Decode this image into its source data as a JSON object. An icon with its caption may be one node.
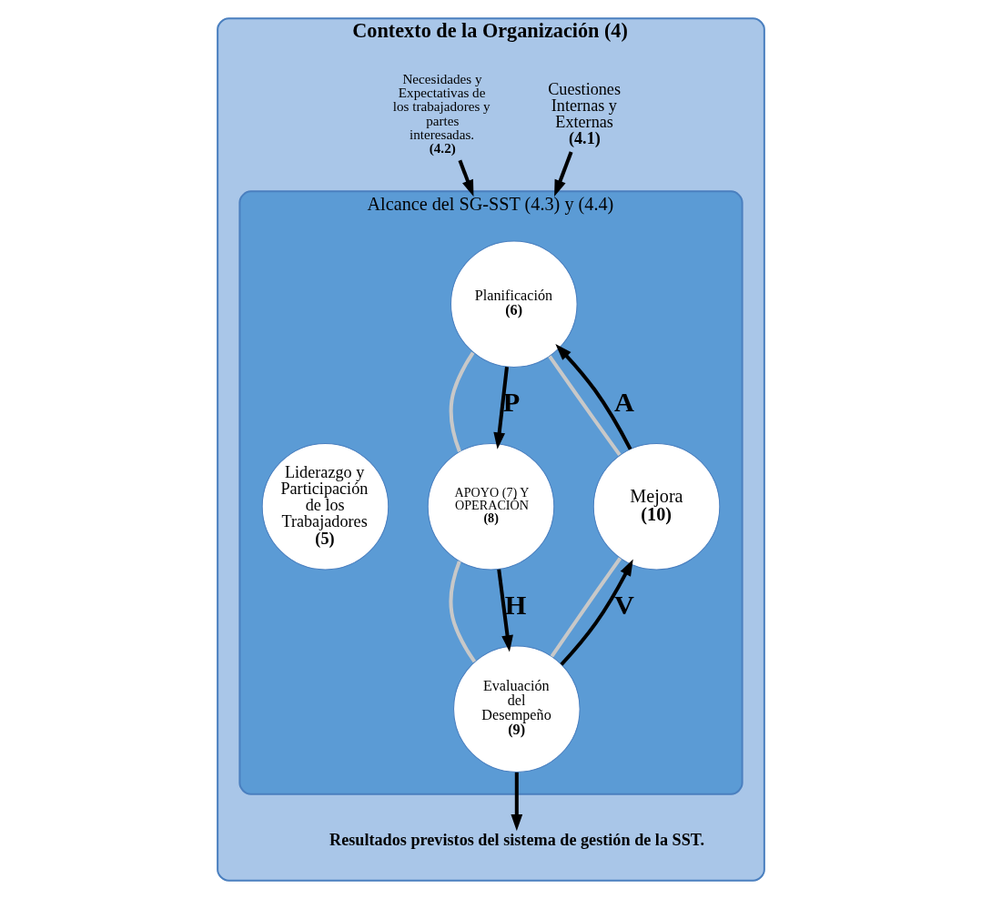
{
  "diagram": {
    "nodes": [
      {
        "text": [
          "Contexto de la Organización (4)"
        ]
      },
      {
        "text": [
          "Alcance del SG-SST (4.3) y (4.4)"
        ],
        "in": 0
      },
      {
        "text": [
          "Planificación",
          "(6)"
        ],
        "in": 1
      },
      {
        "text": [
          "Mejora",
          "(10)"
        ],
        "in": 1
      },
      {
        "text": [
          "Liderazgo y Participación de los Trabajadores",
          "(5)"
        ],
        "in": 1
      },
      {
        "text": [
          "APOYO (7) Y OPERACIÓN",
          "(8)"
        ],
        "in": 1
      },
      {
        "text": [
          "Evaluación del Desempeño",
          "(9)"
        ],
        "in": 1
      },
      {
        "text": [
          "Cuestiones Internas y Externas",
          "(4.1)"
        ],
        "in": 0
      },
      {
        "text": [
          "Necesidades y Expectativas de los trabajadores y partes interesadas.",
          "(4.2)"
        ],
        "in": 0
      },
      {
        "text": [
          "Resultados previstos del sistema de gestión de la SST."
        ],
        "in": 0
      }
    ],
    "edges": [
      {
        "from": 2,
        "to": 5,
        "arrow": "none",
        "color": "#c8c8c8"
      },
      {
        "from": 5,
        "to": 6,
        "arrow": "none",
        "color": "#c8c8c8"
      },
      {
        "from": 6,
        "to": 3,
        "arrow": "none",
        "color": "#c8c8c8"
      },
      {
        "from": 3,
        "to": 2,
        "arrow": "none",
        "color": "#c8c8c8"
      },
      {
        "from": 2,
        "to": 5,
        "arrow": "to",
        "label": "P"
      },
      {
        "from": 5,
        "to": 6,
        "arrow": "to",
        "label": "H"
      },
      {
        "from": 6,
        "to": 3,
        "arrow": "to",
        "label": "V"
      },
      {
        "from": 3,
        "to": 2,
        "arrow": "to",
        "label": "A"
      },
      {
        "from": 7,
        "to": 1,
        "arrow": "to"
      },
      {
        "from": 8,
        "to": 1,
        "arrow": "to"
      },
      {
        "from": 6,
        "to": 9,
        "arrow": "to"
      }
    ]
  }
}
